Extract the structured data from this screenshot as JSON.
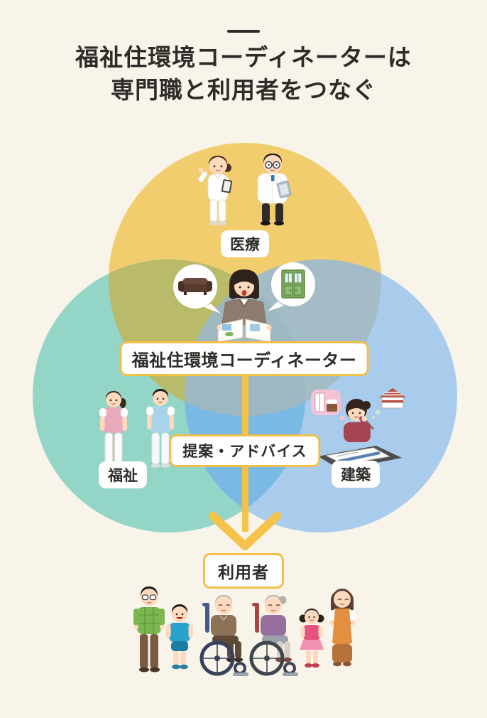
{
  "page": {
    "background": "#f8f4ea",
    "text_color": "#2d2c29"
  },
  "header": {
    "title_line1": "福祉住環境コーディネーターは",
    "title_line2": "専門職と利用者をつなぐ"
  },
  "venn": {
    "circles": [
      {
        "name": "medical",
        "label": "医療",
        "color": "#f2cd6d"
      },
      {
        "name": "welfare",
        "label": "福祉",
        "color": "#93d5c6"
      },
      {
        "name": "architecture",
        "label": "建築",
        "color": "#a9cbec"
      }
    ],
    "overlaps": {
      "medical_welfare": "#b9ba6a",
      "medical_architecture": "#a4bcc5",
      "welfare_architecture": "#79b9e4",
      "center": "#9db8c0"
    },
    "center_label": "福祉住環境コーディネーター",
    "flow_label": "提案・アドバイス",
    "target_label": "利用者",
    "connector_color": "#f5c24a",
    "label_border_color": "#f0c04a"
  },
  "illustrations": {
    "medical_staff": "nurse-and-doctor",
    "coordinator": "coordinator-with-speech-bubbles-sofa-and-cabinet",
    "welfare_workers": "two-care-workers",
    "architect": "architect-thinking-over-drafting-board",
    "users_family": "family-with-two-elderly-in-wheelchairs"
  }
}
